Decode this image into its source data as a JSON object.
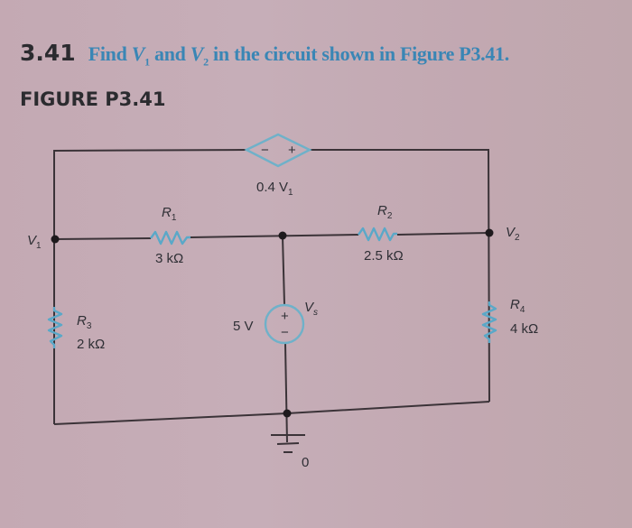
{
  "problem": {
    "number": "3.41",
    "text_parts": [
      "Find ",
      "V",
      "1",
      " and ",
      "V",
      "2",
      " in the circuit shown in Figure P3.41."
    ]
  },
  "figure": {
    "title": "FIGURE P3.41"
  },
  "circuit": {
    "nodes": {
      "v1": {
        "label": "V",
        "sub": "1"
      },
      "v2": {
        "label": "V",
        "sub": "2"
      },
      "ground": {
        "label": "0"
      }
    },
    "dependent_source": {
      "label": "0.4 V",
      "label_sub": "1",
      "minus": "−",
      "plus": "+"
    },
    "resistors": {
      "r1": {
        "name": "R",
        "sub": "1",
        "value": "3 kΩ"
      },
      "r2": {
        "name": "R",
        "sub": "2",
        "value": "2.5 kΩ"
      },
      "r3": {
        "name": "R",
        "sub": "3",
        "value": "2 kΩ"
      },
      "r4": {
        "name": "R",
        "sub": "4",
        "value": "4 kΩ"
      }
    },
    "voltage_source": {
      "value": "5 V",
      "name": "V",
      "sub": "s",
      "plus": "+",
      "minus": "−"
    },
    "colors": {
      "wire": "#3b3338",
      "component": "#5aa8c8",
      "text": "#2f2f35",
      "problem_text": "#3a86b5"
    }
  }
}
